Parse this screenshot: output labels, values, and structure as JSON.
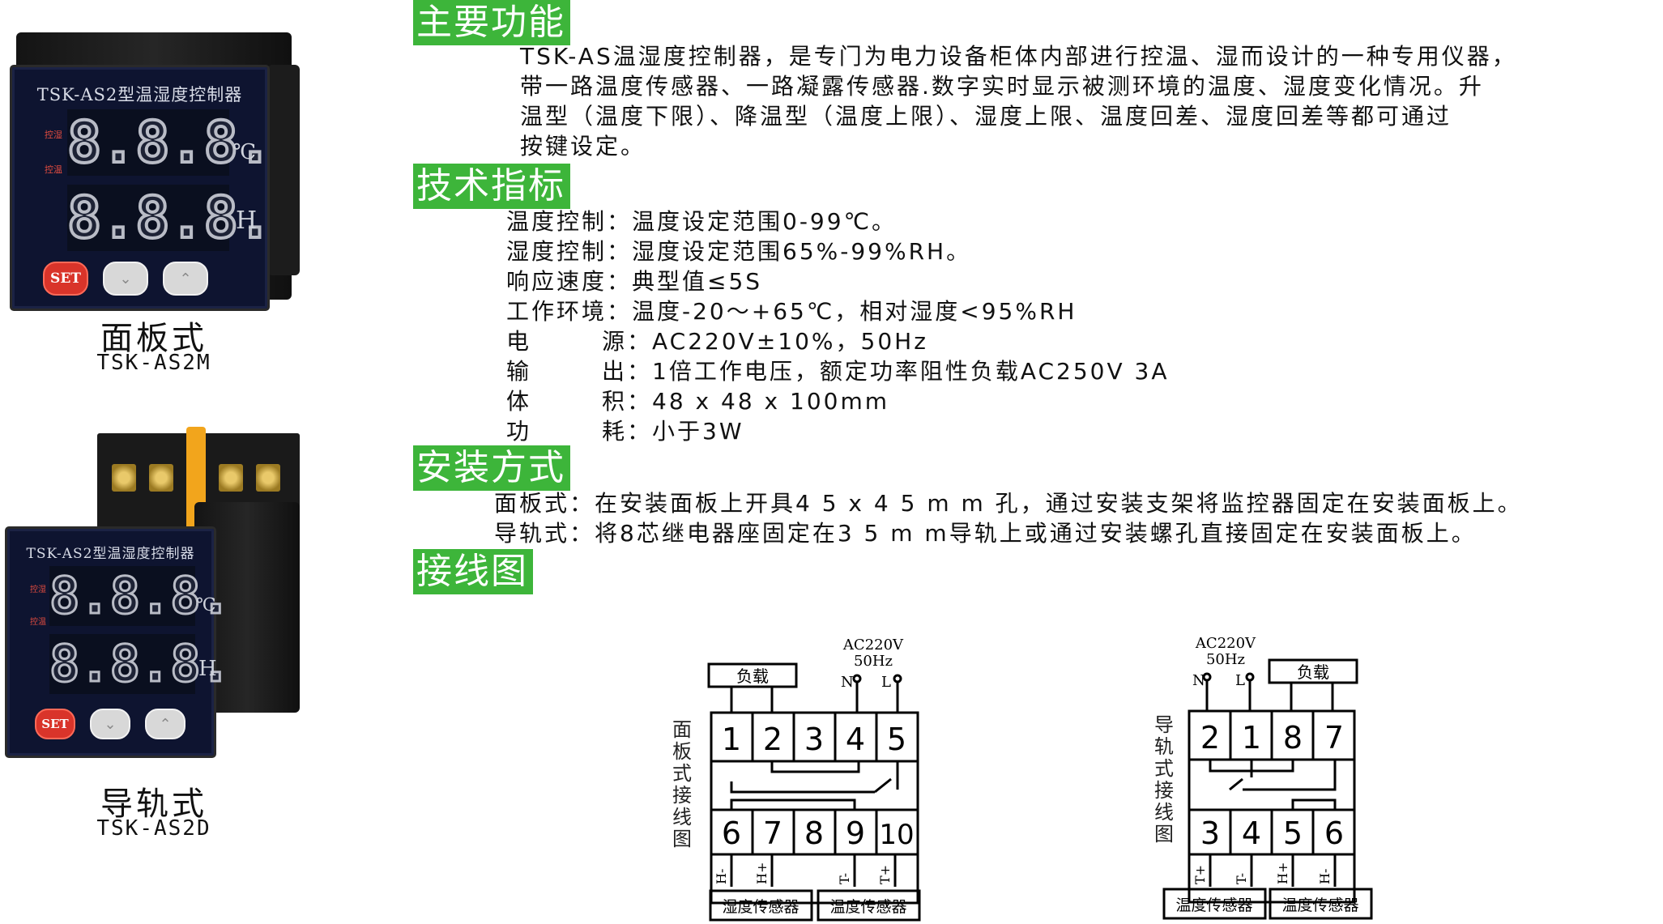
{
  "sections": {
    "main_function": {
      "heading": "主要功能",
      "lines": [
        "TSK-AS温湿度控制器，是专门为电力设备柜体内部进行控温、湿而设计的一种专用仪器，",
        "带一路温度传感器、一路凝露传感器.数字实时显示被测环境的温度、湿度变化情况。升",
        "温型（温度下限）、降温型（温度上限）、湿度上限、温度回差、湿度回差等都可通过",
        "按键设定。"
      ]
    },
    "tech_specs": {
      "heading": "技术指标",
      "rows": [
        {
          "label": "温度控制：",
          "value": "温度设定范围0-99℃。"
        },
        {
          "label": "湿度控制：",
          "value": "湿度设定范围65%-99%RH。"
        },
        {
          "label": "响应速度：",
          "value": "典型值≤5S"
        },
        {
          "label": "工作环境：",
          "value": "温度-20～+65℃，相对湿度<95%RH"
        },
        {
          "label": "电",
          "label2": "源：",
          "value": "AC220V±10%，50Hz"
        },
        {
          "label": "输",
          "label2": "出：",
          "value": "1倍工作电压，额定功率阻性负载AC250V 3A"
        },
        {
          "label": "体",
          "label2": "积：",
          "value": "48 x 48 x 100mm"
        },
        {
          "label": "功",
          "label2": "耗：",
          "value": "小于3W"
        }
      ]
    },
    "installation": {
      "heading": "安装方式",
      "lines": [
        "面板式：在安装面板上开具4 5 x 4 5 m m  孔，通过安装支架将监控器固定在安装面板上。",
        "导轨式：将8芯继电器座固定在3 5 m m导轨上或通过安装螺孔直接固定在安装面板上。"
      ]
    },
    "wiring": {
      "heading": "接线图"
    }
  },
  "products": [
    {
      "panel_title": "TSK-AS2型温湿度控制器",
      "caption": "面板式",
      "model": "TSK-AS2M",
      "indicator_top": "控湿",
      "indicator_bottom": "控温",
      "display_digits": "8.8.8.",
      "unit_temp": "℃",
      "unit_hum": "H",
      "set_label": "SET"
    },
    {
      "panel_title": "TSK-AS2型温湿度控制器",
      "caption": "导轨式",
      "model": "TSK-AS2D",
      "indicator_top": "控湿",
      "indicator_bottom": "控温",
      "display_digits": "8.8.8.",
      "unit_temp": "℃",
      "unit_hum": "H",
      "set_label": "SET"
    }
  ],
  "diagrams": [
    {
      "vertical_label": "面板式接线图",
      "power_label": "AC220V",
      "freq_label": "50Hz",
      "n_label": "N",
      "l_label": "L",
      "load_label": "负载",
      "top_terminals": [
        "1",
        "2",
        "3",
        "4",
        "5"
      ],
      "bottom_terminals": [
        "6",
        "7",
        "8",
        "9",
        "10"
      ],
      "polarity_labels": [
        "H-",
        "H+",
        "T-",
        "T+"
      ],
      "sensor_labels": [
        "湿度传感器",
        "温度传感器"
      ]
    },
    {
      "vertical_label": "导轨式接线图",
      "power_label": "AC220V",
      "freq_label": "50Hz",
      "n_label": "N",
      "l_label": "L",
      "load_label": "负载",
      "top_terminals": [
        "2",
        "1",
        "8",
        "7"
      ],
      "bottom_terminals": [
        "3",
        "4",
        "5",
        "6"
      ],
      "polarity_labels": [
        "T+",
        "T-",
        "H+",
        "H-"
      ],
      "sensor_labels": [
        "温度传感器",
        "温度传感器"
      ]
    }
  ],
  "colors": {
    "heading_bg": "#3db53a",
    "set_button": "#d9342a",
    "panel_bg": "#0e1430"
  }
}
